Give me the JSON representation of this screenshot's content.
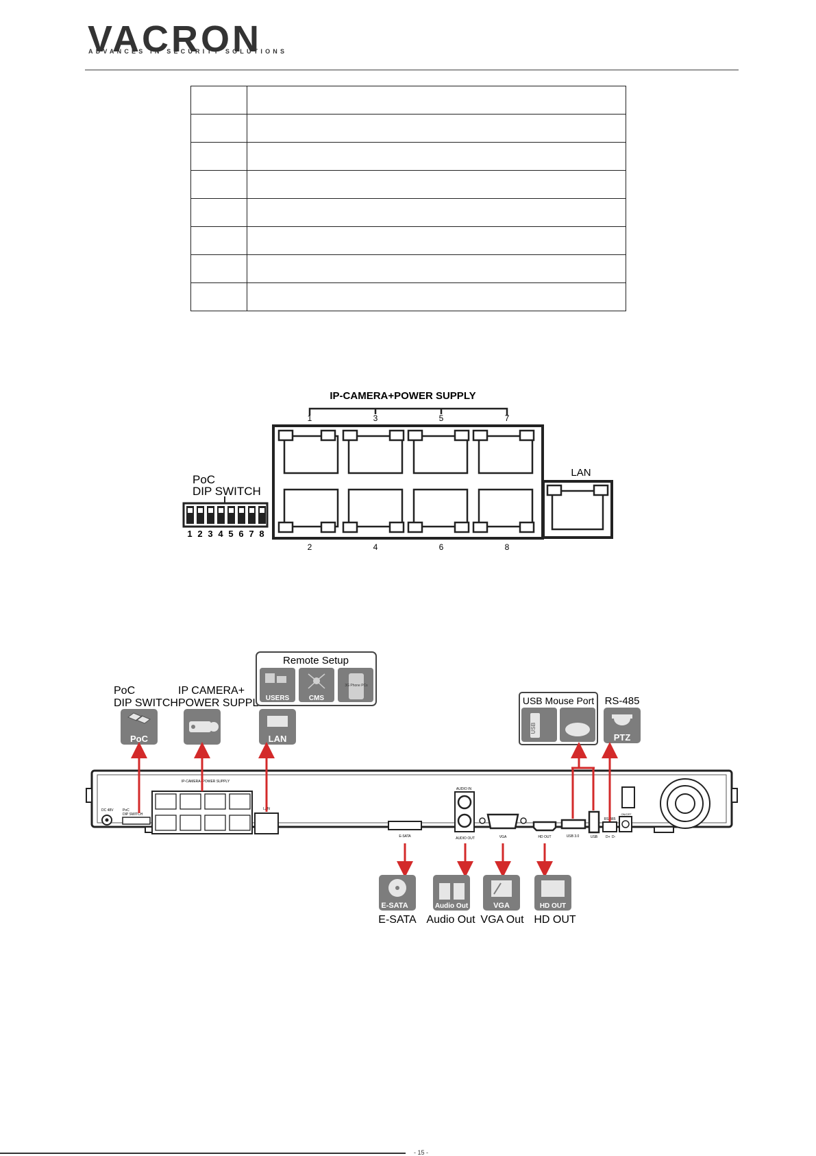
{
  "header": {
    "brand": "VACRON",
    "tagline": "ADVANCES IN SECURITY SOLUTIONS"
  },
  "table": {
    "rows": 8
  },
  "port_diagram": {
    "title": "IP-CAMERA+POWER SUPPLY",
    "top_numbers": [
      "1",
      "3",
      "5",
      "7"
    ],
    "bottom_numbers": [
      "2",
      "4",
      "6",
      "8"
    ],
    "poc_label": "PoC",
    "dip_label": "DIP SWITCH",
    "dip_numbers": [
      "1",
      "2",
      "3",
      "4",
      "5",
      "6",
      "7",
      "8"
    ],
    "lan_label": "LAN"
  },
  "rear_panel": {
    "poc_callout": {
      "line1": "PoC",
      "line2": "DIP SWITCH",
      "icon_text": "PoC"
    },
    "ipcam_callout": {
      "line1": "IP CAMERA+",
      "line2": "POWER SUPPLY"
    },
    "remote_setup": {
      "title": "Remote Setup",
      "items": [
        "USERS",
        "CMS",
        "3G Phone PCs"
      ]
    },
    "lan_icon_text": "LAN",
    "usb_mouse": {
      "title": "USB Mouse Port",
      "usb_text": "USB"
    },
    "rs485": {
      "title": "RS-485",
      "icon_text": "PTZ"
    },
    "panel_labels": {
      "dc": "DC 48V",
      "poc": "PoC",
      "dip": "DIP SWITCH",
      "ipcam": "IP-CAMERA+POWER SUPPLY",
      "lan": "LAN",
      "esata": "E-SATA",
      "audio_in": "AUDIO IN",
      "audio_out": "AUDIO OUT",
      "vga": "VGA",
      "hd_out": "HD OUT",
      "usb3": "USB 3.0",
      "usb": "USB",
      "rs485": "RS-485",
      "dplus": "D+",
      "dminus": "D-",
      "onoff": "ON/OFF"
    },
    "bottom_icons": [
      {
        "icon_text": "E-SATA",
        "caption": "E-SATA"
      },
      {
        "icon_text": "Audio Out",
        "caption": "Audio Out"
      },
      {
        "icon_text": "VGA",
        "caption": "VGA Out"
      },
      {
        "icon_text": "HD OUT",
        "caption": "HD OUT"
      }
    ]
  },
  "footer": {
    "page_mark": "- 15 -"
  },
  "colors": {
    "arrow_red": "#d32a2a",
    "icon_gray": "#7d7d7d",
    "rule_gray": "#999999"
  }
}
